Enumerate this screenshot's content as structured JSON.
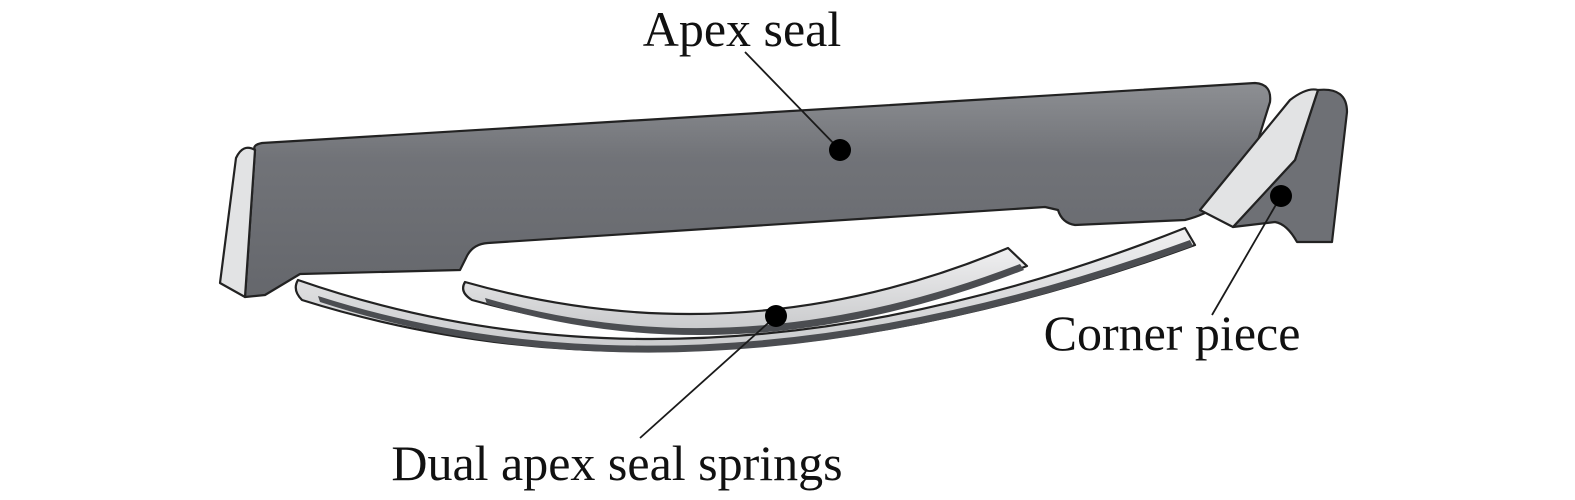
{
  "labels": {
    "apex_seal": "Apex seal",
    "corner_piece": "Corner piece",
    "springs": "Dual apex seal springs"
  },
  "colors": {
    "seal_body": "#6e7075",
    "seal_top_highlight": "#8a8c90",
    "end_face": "#e2e3e4",
    "spring_light": "#d7d8da",
    "spring_dark": "#4b4d51",
    "leader": "#1a1a1a",
    "marker": "#000000"
  }
}
